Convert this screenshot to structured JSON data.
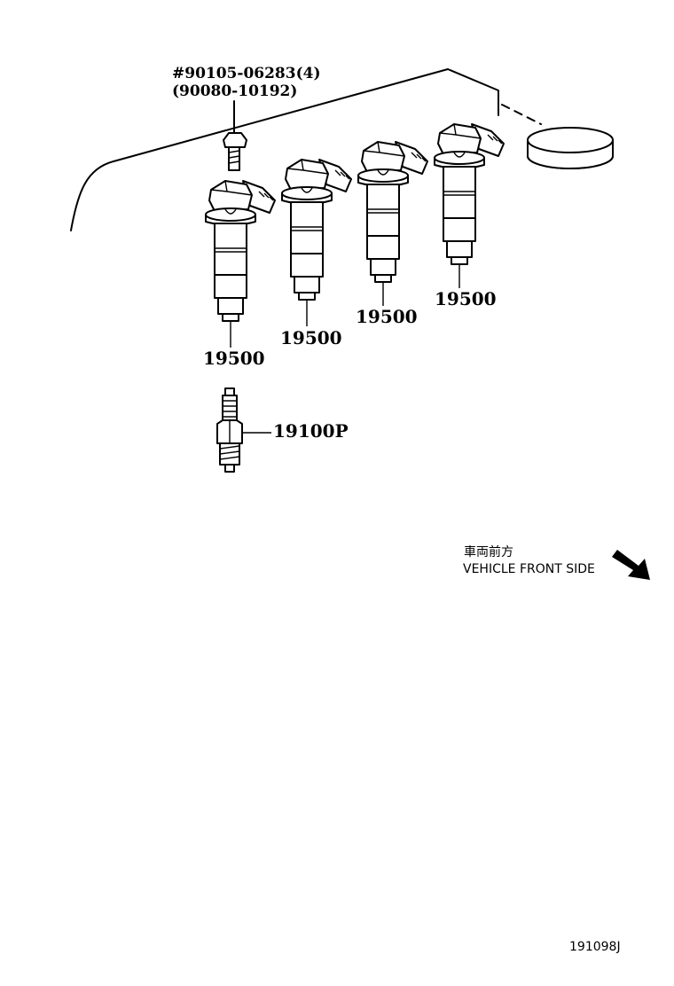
{
  "parts": {
    "bolt_number": "#90105-06283(4)",
    "bolt_alt_number": "(90080-10192)",
    "coil_number_1": "19500",
    "coil_number_2": "19500",
    "coil_number_3": "19500",
    "coil_number_4": "19500",
    "plug_number": "19100P"
  },
  "direction_note": {
    "japanese": "車両前方",
    "english": "VEHICLE FRONT SIDE"
  },
  "figure_id": "191098J"
}
